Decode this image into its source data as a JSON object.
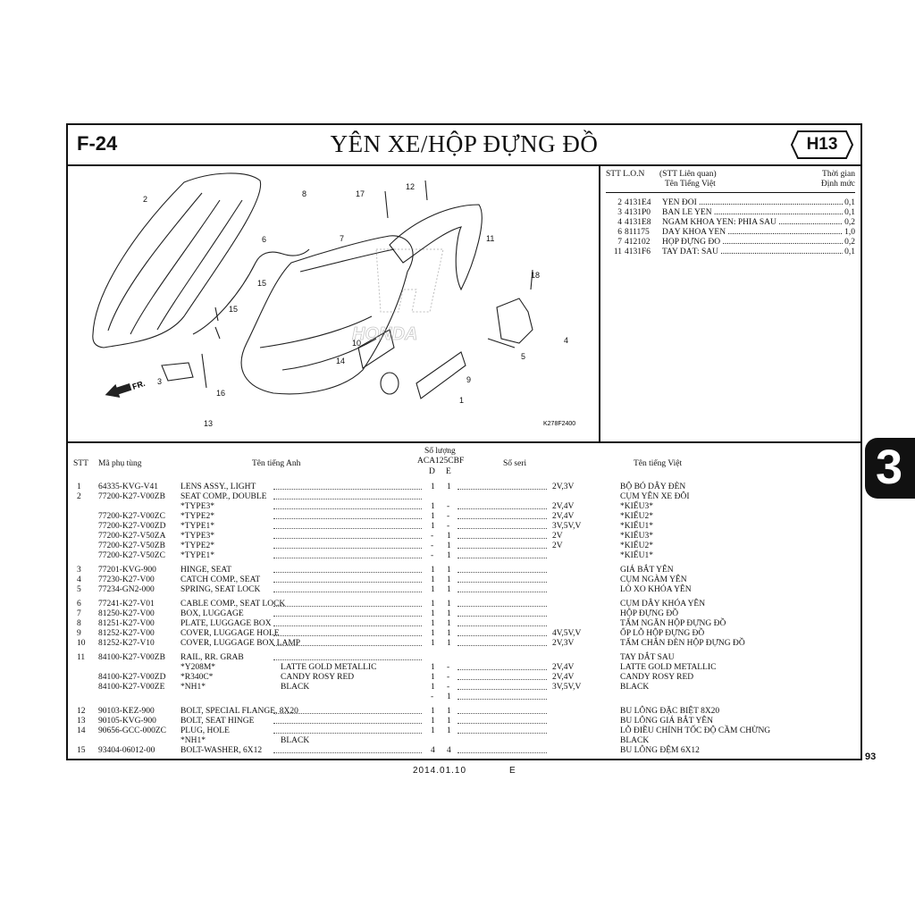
{
  "header": {
    "code": "F-24",
    "title": "YÊN XE/HỘP ĐỰNG ĐỒ",
    "badge": "H13"
  },
  "diagram": {
    "callouts": [
      "1",
      "2",
      "3",
      "4",
      "5",
      "6",
      "7",
      "8",
      "9",
      "10",
      "11",
      "12",
      "13",
      "14",
      "15",
      "15",
      "16",
      "17",
      "18"
    ],
    "fr_label": "FR.",
    "brand": "HONDA",
    "figure_code": "K278F2400"
  },
  "labor": {
    "head": {
      "stt": "STT L.O.N",
      "stt_rel": "(STT Liên quan)",
      "name_vn": "Tên Tiếng Việt",
      "time1": "Thời gian",
      "time2": "Định mức"
    },
    "rows": [
      {
        "ref": "2",
        "lon": "4131E4",
        "name": "YÊN ĐÔI",
        "time": "0,1"
      },
      {
        "ref": "3",
        "lon": "4131P0",
        "name": "BẢN LỀ YÊN",
        "time": "0,1"
      },
      {
        "ref": "4",
        "lon": "4131E8",
        "name": "NGÀM KHÓA YÊN: PHÍA SAU",
        "time": "0,2"
      },
      {
        "ref": "6",
        "lon": "811175",
        "name": "DÂY KHÓA YÊN",
        "time": "1,0"
      },
      {
        "ref": "7",
        "lon": "412102",
        "name": "HỘP ĐỰNG ĐỒ",
        "time": "0,2"
      },
      {
        "ref": "11",
        "lon": "4131F6",
        "name": "TAY DẮT: SAU",
        "time": "0,1"
      }
    ]
  },
  "parts": {
    "head": {
      "stt": "STT",
      "part_no": "Mã phụ tùng",
      "name_en": "Tên tiếng Anh",
      "qty": "Số lượng",
      "model": "ACA125CBF",
      "col_d": "D",
      "col_e": "E",
      "serial": "Số seri",
      "name_vn": "Tên tiếng Việt"
    },
    "rows": [
      {
        "stt": "1",
        "no": "64335-KVG-V41",
        "en": "LENS ASSY., LIGHT",
        "d": "1",
        "e": "1",
        "ser": "2V,3V",
        "vn": "BỘ BÓ DÂY ĐÈN"
      },
      {
        "stt": "2",
        "no": "77200-K27-V00ZB",
        "en": "SEAT COMP., DOUBLE",
        "d": "",
        "e": "",
        "ser": "",
        "vn": "CỤM YÊN XE ĐÔI"
      },
      {
        "stt": "",
        "no": "",
        "en": "*TYPE3*",
        "d": "1",
        "e": "-",
        "ser": "2V,4V",
        "vn": "*KIỂU3*"
      },
      {
        "stt": "",
        "no": "77200-K27-V00ZC",
        "en": "*TYPE2*",
        "d": "1",
        "e": "-",
        "ser": "2V,4V",
        "vn": "*KIỂU2*"
      },
      {
        "stt": "",
        "no": "77200-K27-V00ZD",
        "en": "*TYPE1*",
        "d": "1",
        "e": "-",
        "ser": "3V,5V,V",
        "vn": "*KIỂU1*"
      },
      {
        "stt": "",
        "no": "77200-K27-V50ZA",
        "en": "*TYPE3*",
        "d": "-",
        "e": "1",
        "ser": "2V",
        "vn": "*KIỂU3*"
      },
      {
        "stt": "",
        "no": "77200-K27-V50ZB",
        "en": "*TYPE2*",
        "d": "-",
        "e": "1",
        "ser": "2V",
        "vn": "*KIỂU2*"
      },
      {
        "stt": "",
        "no": "77200-K27-V50ZC",
        "en": "*TYPE1*",
        "d": "-",
        "e": "1",
        "ser": "",
        "vn": "*KIỂU1*"
      },
      {
        "stt": "3",
        "no": "77201-KVG-900",
        "en": "HINGE, SEAT",
        "d": "1",
        "e": "1",
        "ser": "",
        "vn": "GIÁ BẮT YÊN"
      },
      {
        "stt": "4",
        "no": "77230-K27-V00",
        "en": "CATCH COMP., SEAT",
        "d": "1",
        "e": "1",
        "ser": "",
        "vn": "CỤM NGÀM YÊN"
      },
      {
        "stt": "5",
        "no": "77234-GN2-000",
        "en": "SPRING, SEAT LOCK",
        "d": "1",
        "e": "1",
        "ser": "",
        "vn": "LÒ XO KHÓA YÊN"
      },
      {
        "stt": "6",
        "no": "77241-K27-V01",
        "en": "CABLE COMP., SEAT LOCK",
        "d": "1",
        "e": "1",
        "ser": "",
        "vn": "CỤM DÂY KHÓA YÊN"
      },
      {
        "stt": "7",
        "no": "81250-K27-V00",
        "en": "BOX, LUGGAGE",
        "d": "1",
        "e": "1",
        "ser": "",
        "vn": "HỘP ĐỰNG ĐỒ"
      },
      {
        "stt": "8",
        "no": "81251-K27-V00",
        "en": "PLATE, LUGGAGE BOX",
        "d": "1",
        "e": "1",
        "ser": "",
        "vn": "TẤM NGĂN HỘP ĐỰNG ĐỒ"
      },
      {
        "stt": "9",
        "no": "81252-K27-V00",
        "en": "COVER, LUGGAGE HOLE",
        "d": "1",
        "e": "1",
        "ser": "4V,5V,V",
        "vn": "ỐP LỖ HỘP ĐỰNG ĐỒ"
      },
      {
        "stt": "10",
        "no": "81252-K27-V10",
        "en": "COVER, LUGGAGE BOX LAMP",
        "d": "1",
        "e": "1",
        "ser": "2V,3V",
        "vn": "TẤM CHẮN ĐÈN HỘP ĐỰNG ĐỒ"
      },
      {
        "stt": "11",
        "no": "84100-K27-V00ZB",
        "en": "RAIL, RR. GRAB",
        "d": "",
        "e": "",
        "ser": "",
        "vn": "TAY DẮT SAU"
      },
      {
        "stt": "",
        "no": "",
        "en": "*Y208M*",
        "color": "LATTE GOLD METALLIC",
        "d": "1",
        "e": "-",
        "ser": "2V,4V",
        "vn": "LATTE GOLD METALLIC"
      },
      {
        "stt": "",
        "no": "84100-K27-V00ZD",
        "en": "*R340C*",
        "color": "CANDY ROSY RED",
        "d": "1",
        "e": "-",
        "ser": "2V,4V",
        "vn": "CANDY ROSY RED"
      },
      {
        "stt": "",
        "no": "84100-K27-V00ZE",
        "en": "*NH1*",
        "color": "BLACK",
        "d": "1",
        "e": "-",
        "ser": "3V,5V,V",
        "vn": "BLACK"
      },
      {
        "stt": "",
        "no": "",
        "en": "",
        "d": "-",
        "e": "1",
        "ser": "",
        "vn": ""
      },
      {
        "stt": "12",
        "no": "90103-KEZ-900",
        "en": "BOLT, SPECIAL FLANGE, 8X20",
        "d": "1",
        "e": "1",
        "ser": "",
        "vn": "BU LÔNG ĐẶC BIỆT 8X20"
      },
      {
        "stt": "13",
        "no": "90105-KVG-900",
        "en": "BOLT, SEAT HINGE",
        "d": "1",
        "e": "1",
        "ser": "",
        "vn": "BU LÔNG GIÁ BẮT  YÊN"
      },
      {
        "stt": "14",
        "no": "90656-GCC-000ZC",
        "en": "PLUG, HOLE",
        "d": "1",
        "e": "1",
        "ser": "",
        "vn": "LỖ ĐIỀU CHỈNH TỐC ĐỘ CẦM CHỪNG"
      },
      {
        "stt": "",
        "no": "",
        "en": "*NH1*",
        "color": "BLACK",
        "d": "",
        "e": "",
        "ser": "",
        "vn": "BLACK"
      },
      {
        "stt": "15",
        "no": "93404-06012-00",
        "en": "BOLT-WASHER, 6X12",
        "d": "4",
        "e": "4",
        "ser": "",
        "vn": "BU LÔNG ĐỆM 6X12"
      }
    ]
  },
  "footer": {
    "section_tab": "3",
    "page_number": "93",
    "date": "2014.01.10",
    "edition": "E"
  }
}
